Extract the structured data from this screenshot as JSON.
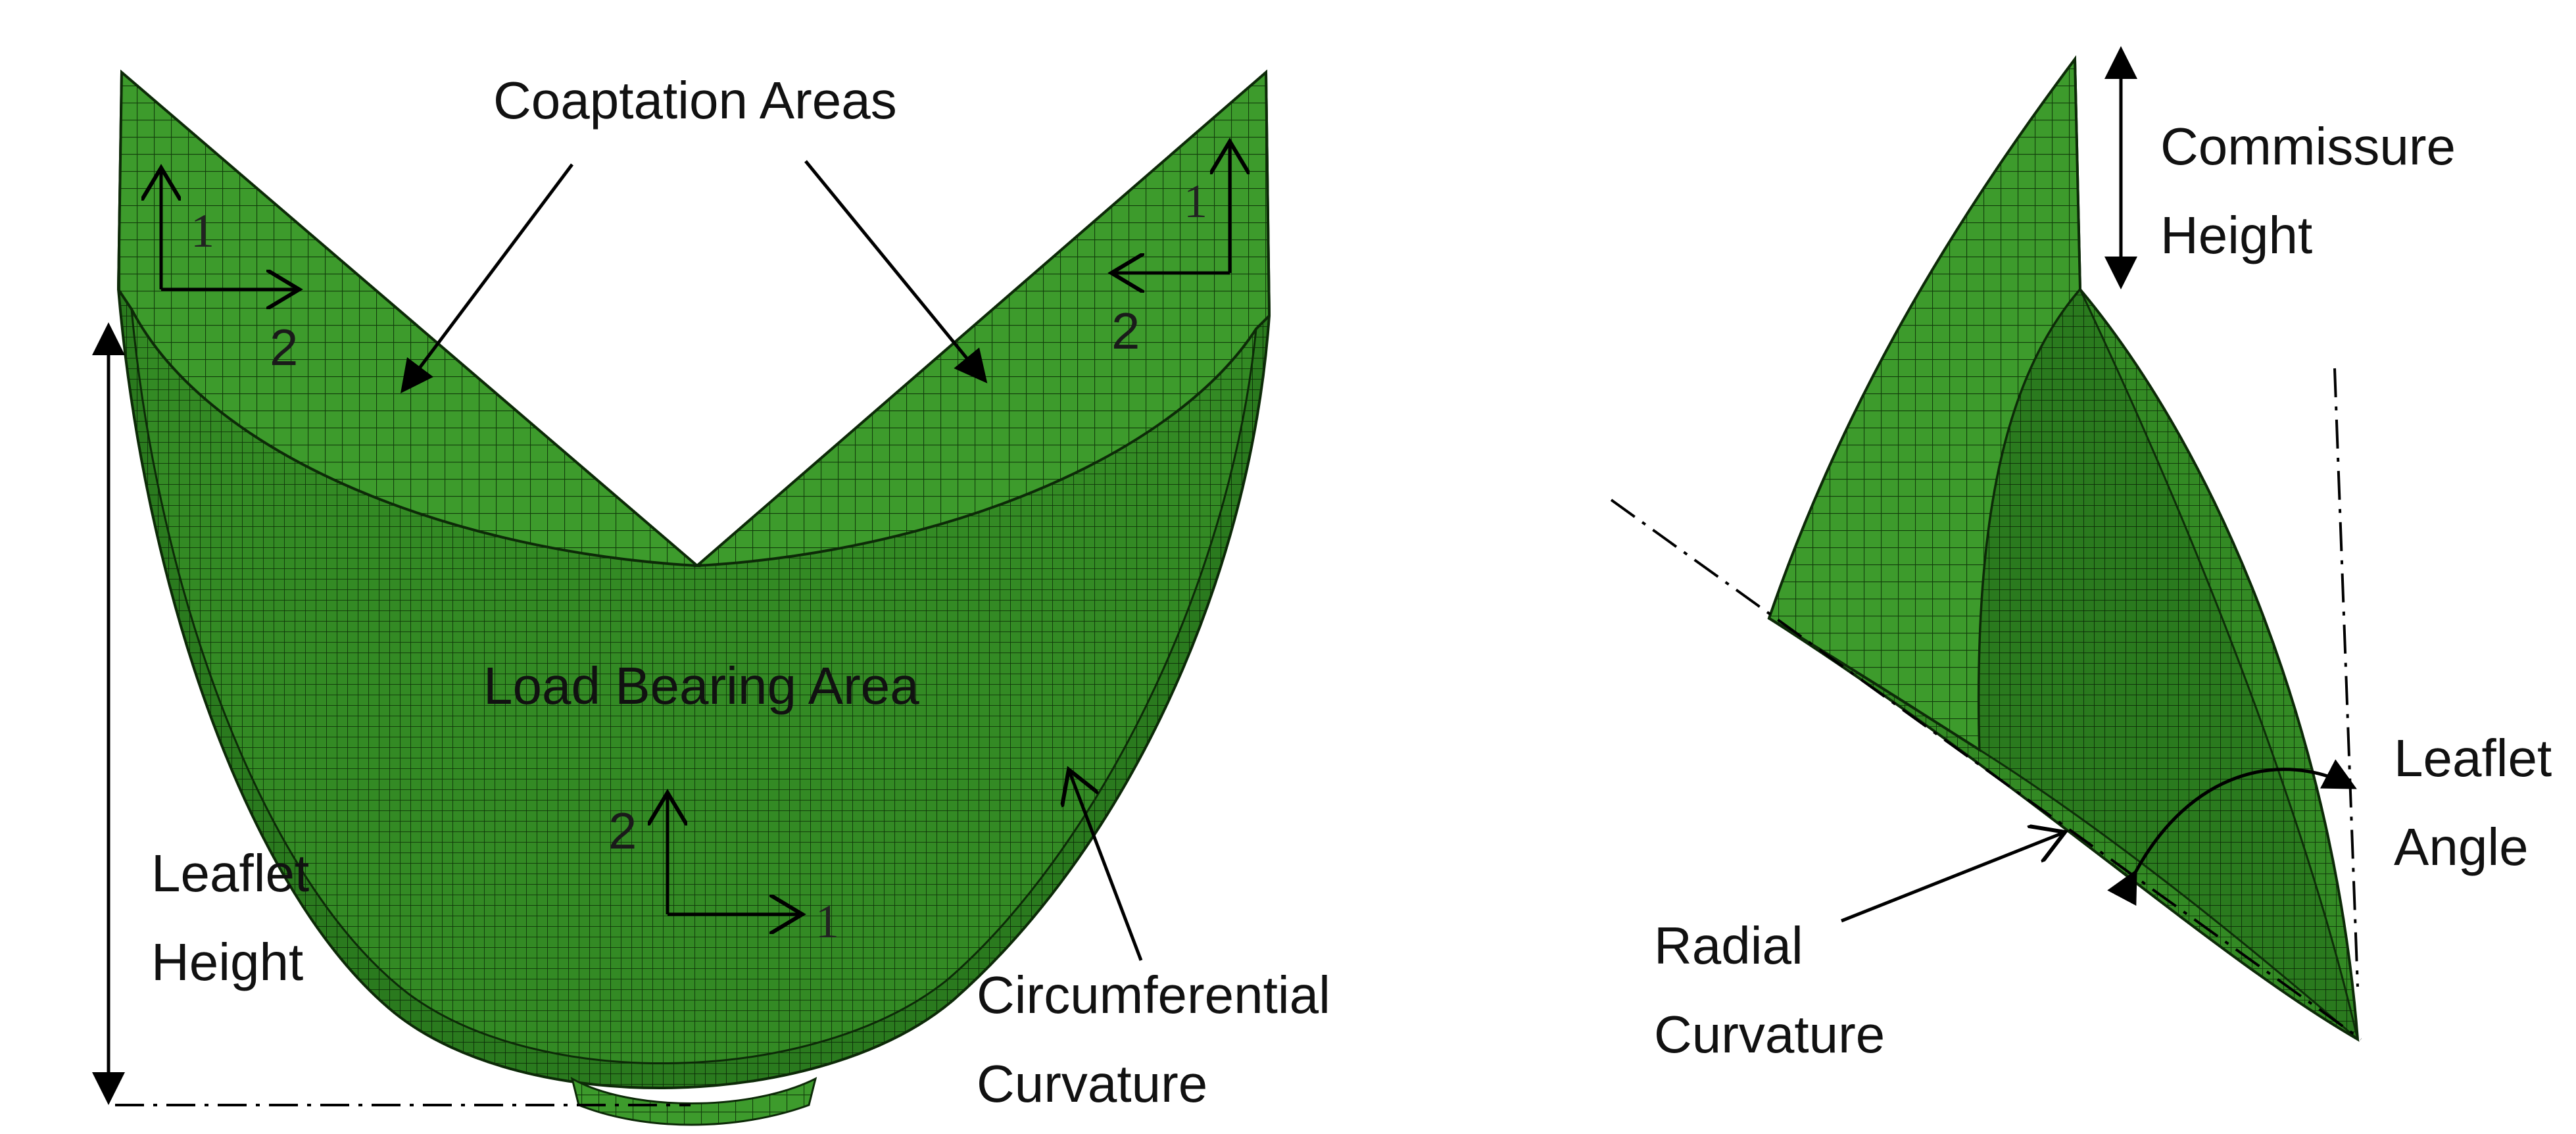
{
  "left_panel": {
    "coaptation_label": "Coaptation Areas",
    "load_bearing_label": "Load Bearing Area",
    "leaflet_height_line1": "Leaflet",
    "leaflet_height_line2": "Height",
    "circumferential_line1": "Circumferential",
    "circumferential_line2": "Curvature",
    "axes_left": {
      "a": "1",
      "b": "2"
    },
    "axes_right": {
      "a": "1",
      "b": "2"
    },
    "axes_center": {
      "a": "2",
      "b": "1"
    }
  },
  "right_panel": {
    "commissure_line1": "Commissure",
    "commissure_line2": "Height",
    "leaflet_angle_line1": "Leaflet",
    "leaflet_angle_line2": "Angle",
    "radial_line1": "Radial",
    "radial_line2": "Curvature"
  },
  "colors": {
    "mesh_green": "#3a9a2a",
    "mesh_dark": "#1f5e14",
    "grid_line": "#123d0b"
  }
}
